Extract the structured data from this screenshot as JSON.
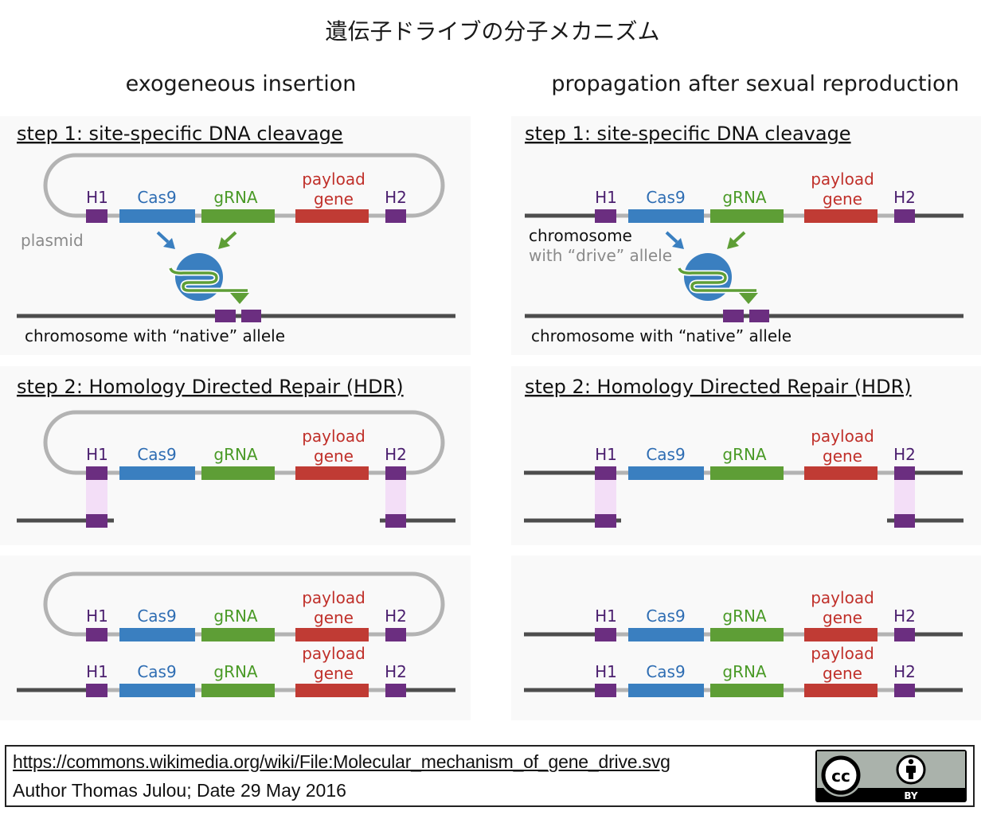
{
  "title": "遺伝子ドライブの分子メカニズム",
  "columns": [
    {
      "title": "exogeneous insertion"
    },
    {
      "title": "propagation after sexual reproduction"
    }
  ],
  "steps": {
    "step1": "step 1: site-specific DNA cleavage",
    "step2": "step 2: Homology Directed Repair (HDR)"
  },
  "labels": {
    "h1": "H1",
    "cas9": "Cas9",
    "grna": "gRNA",
    "payload_line1": "payload",
    "payload_line2": "gene",
    "h2": "H2",
    "plasmid": "plasmid",
    "chromosome": "chromosome",
    "drive_allele": "with “drive” allele",
    "native_allele": "chromosome with “native” allele"
  },
  "colors": {
    "homology_arm": "#6b2e80",
    "cas9": "#3a7fc0",
    "grna": "#5e9e36",
    "payload": "#c03b34",
    "plasmid_backbone": "#b3b3b3",
    "chromosome": "#4d4d4d",
    "hdr_highlight": "#f3def7"
  },
  "footer": {
    "link": "https://commons.wikimedia.org/wiki/File:Molecular_mechanism_of_gene_drive.svg",
    "author": "Author Thomas Julou; Date 29 May 2016",
    "license_icons": [
      "cc-icon",
      "attribution-icon"
    ],
    "license_label": "BY"
  }
}
